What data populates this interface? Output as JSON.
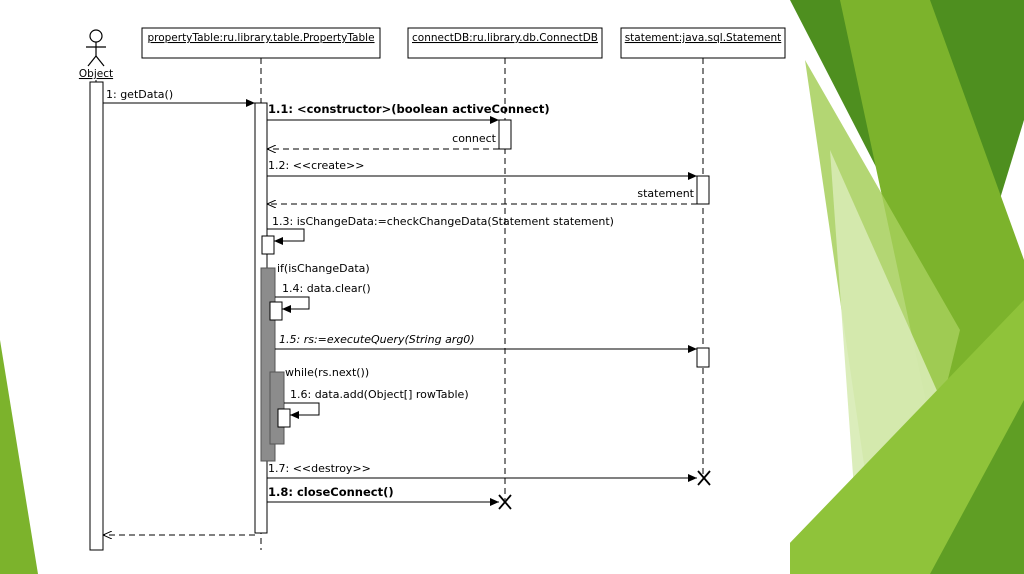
{
  "actor": {
    "label": "Object"
  },
  "lifelines": [
    {
      "id": "property_table",
      "label": "propertyTable:ru.library.table.PropertyTable"
    },
    {
      "id": "connect_db",
      "label": "connectDB:ru.library.db.ConnectDB"
    },
    {
      "id": "statement",
      "label": "statement:java.sql.Statement"
    }
  ],
  "messages": {
    "m1": "1: getData()",
    "m11": "1.1: <constructor>(boolean activeConnect)",
    "r11": "connect",
    "m12": "1.2: <<create>>",
    "r12": "statement",
    "m13": "1.3: isChangeData:=checkChangeData(Statement statement)",
    "f1": "if(isChangeData)",
    "m14": "1.4: data.clear()",
    "m15": "1.5: rs:=executeQuery(String arg0)",
    "f2": "while(rs.next())",
    "m16": "1.6: data.add(Object[] rowTable)",
    "m17": "1.7: <<destroy>>",
    "m18": "1.8: closeConnect()"
  },
  "colors": {
    "green_dark": "#4e8f1f",
    "green_mid": "#7cb32c",
    "green_light": "#a6cf5a",
    "green_pale": "#d7ebb4",
    "fragment_gray": "#8c8c8c"
  }
}
